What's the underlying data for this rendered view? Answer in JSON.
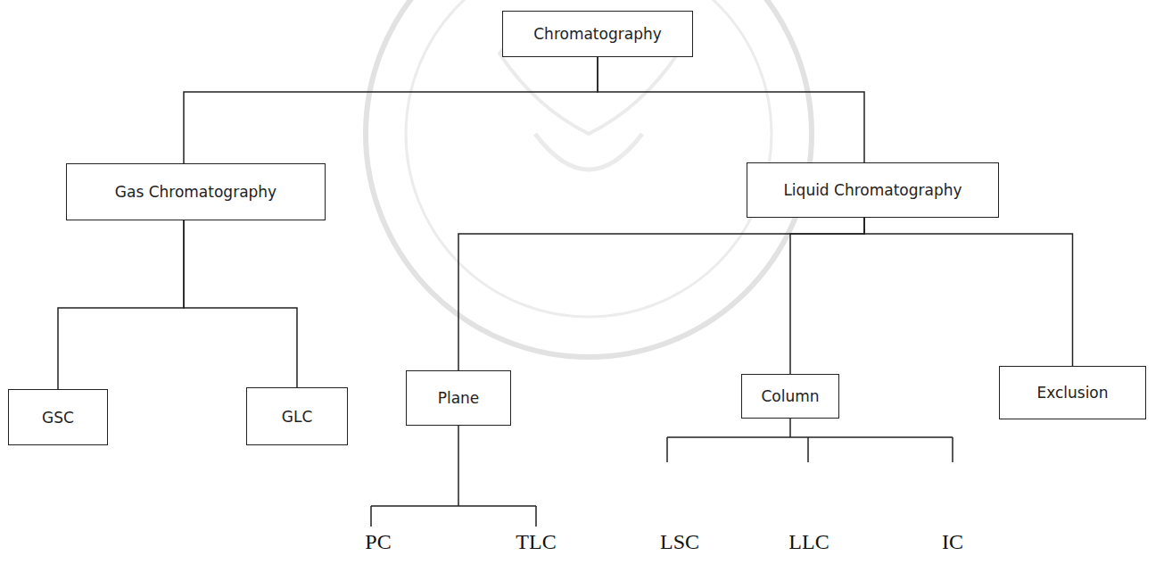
{
  "diagram": {
    "nodes": [
      {
        "text": [
          "Chromatography"
        ]
      },
      {
        "text": [
          "Gas Chromatography"
        ]
      },
      {
        "text": [
          "Liquid Chromatography"
        ]
      },
      {
        "text": [
          "GSC"
        ]
      },
      {
        "text": [
          "GLC"
        ]
      },
      {
        "text": [
          "Plane"
        ]
      },
      {
        "text": [
          "Column"
        ]
      },
      {
        "text": [
          "Exclusion"
        ]
      }
    ],
    "edges": [
      {
        "from": 0,
        "to": 1,
        "arrow": "none"
      },
      {
        "from": 0,
        "to": 2,
        "arrow": "none"
      },
      {
        "from": 1,
        "to": 3,
        "arrow": "none"
      },
      {
        "from": 1,
        "to": 4,
        "arrow": "none"
      },
      {
        "from": 2,
        "to": 5,
        "arrow": "none"
      },
      {
        "from": 2,
        "to": 6,
        "arrow": "none"
      },
      {
        "from": 2,
        "to": 7,
        "arrow": "none"
      }
    ],
    "labels": [
      "PC",
      "TLC",
      "LSC",
      "LLC",
      "IC"
    ]
  }
}
